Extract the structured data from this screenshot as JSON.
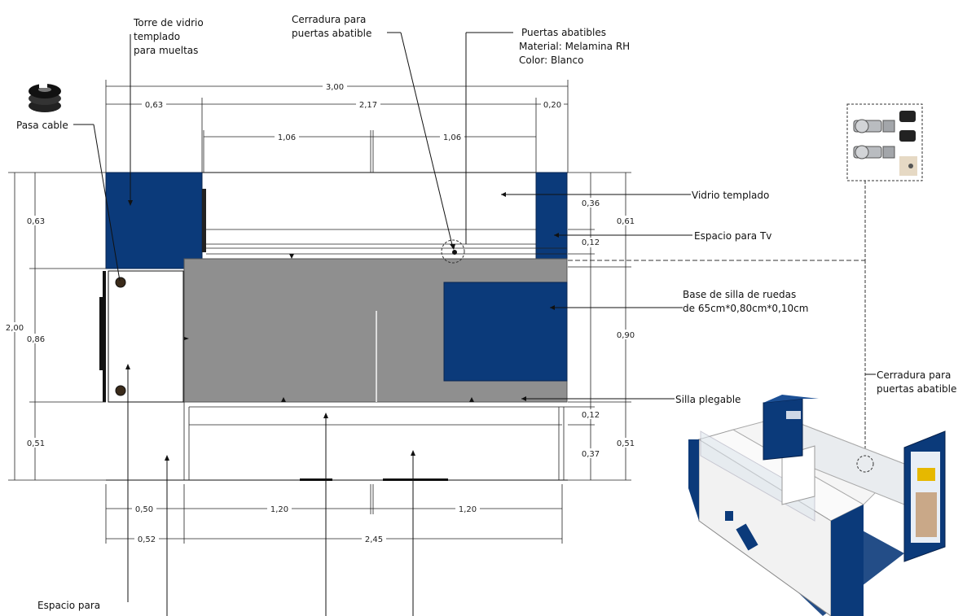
{
  "labels": {
    "tower_glass": [
      "Torre de vidrio",
      "templado",
      "para mueltas"
    ],
    "lock_top": [
      "Cerradura para",
      "puertas abatible"
    ],
    "doors": [
      "Puertas abatibles",
      "Material: Melamina RH",
      "Color: Blanco"
    ],
    "pasa_cable": "Pasa cable",
    "vidrio_templado": "Vidrio templado",
    "espacio_tv": "Espacio para Tv",
    "base_silla": [
      "Base de silla de ruedas",
      "de 65cm*0,80cm*0,10cm"
    ],
    "silla_plegable": "Silla plegable",
    "lock_right": [
      "Cerradura para",
      "puertas abatible"
    ],
    "espacio_para": "Espacio para"
  },
  "dimensions": {
    "total_width": "3,00",
    "left_tower": "0,63",
    "center_span": "2,17",
    "right_tower": "0,20",
    "door_left": "1,06",
    "door_right": "1,06",
    "total_height": "2,00",
    "left_top": "0,63",
    "left_mid": "0,86",
    "left_bottom": "0,51",
    "r_036": "0,36",
    "r_012_top": "0,12",
    "r_061": "0,61",
    "r_090": "0,90",
    "r_012_bottom": "0,12",
    "r_037": "0,37",
    "r_051": "0,51",
    "bottom_050": "0,50",
    "bottom_120_a": "1,20",
    "bottom_120_b": "1,20",
    "bottom_052": "0,52",
    "bottom_245": "2,45"
  },
  "brand": {
    "navy": "#0b3a7a",
    "gray": "#8f8f8f"
  }
}
